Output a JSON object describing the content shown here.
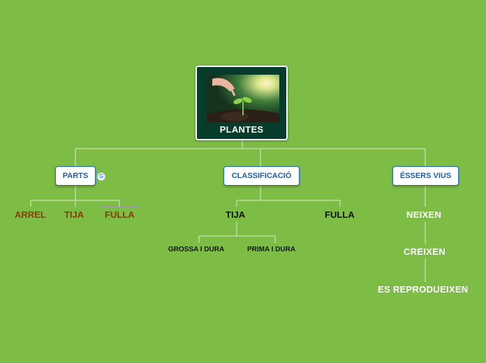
{
  "root": {
    "label": "PLANTES",
    "image": "seedling-photo"
  },
  "branches": [
    {
      "label": "PARTS",
      "children": [
        "ARREL",
        "TIJA",
        "FULLA"
      ]
    },
    {
      "label": "CLASSIFICACIÓ",
      "children": [
        {
          "label": "TIJA",
          "children": [
            "GROSSA I DURA",
            "PRIMA I DURA"
          ]
        },
        {
          "label": "FULLA"
        }
      ]
    },
    {
      "label": "ÉSSERS VIUS",
      "children": [
        "NEIXEN",
        "CREIXEN",
        "ES REPRODUEIXEN"
      ]
    }
  ],
  "icons": {
    "parts_badge": "google-g-icon",
    "parts_badge_glyph": "G"
  },
  "colors": {
    "background": "#7dbd45",
    "root_fill": "#073b2c",
    "box_border": "#1f6fb8",
    "leaf_brown": "#8b3a08"
  }
}
